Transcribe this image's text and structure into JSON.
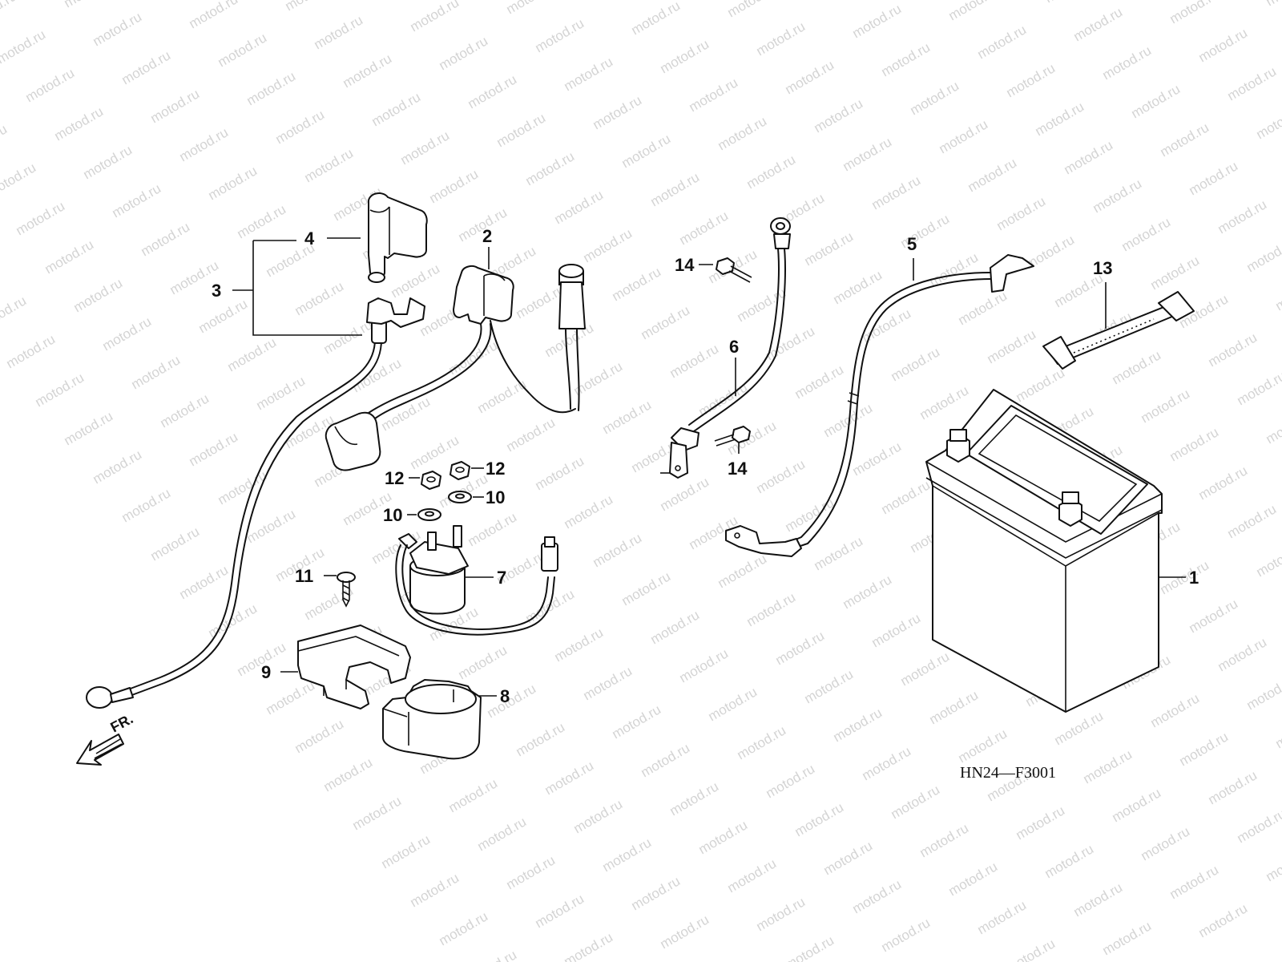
{
  "diagram": {
    "code": "HN24—F3001",
    "front_label": "FR.",
    "watermark_text": "motod.ru",
    "callouts": [
      "1",
      "2",
      "3",
      "4",
      "5",
      "6",
      "7",
      "8",
      "9",
      "10",
      "10",
      "11",
      "12",
      "12",
      "13",
      "14",
      "14"
    ]
  },
  "colors": {
    "ink": "#111111",
    "watermark": "#d4d4d4",
    "background": "#ffffff"
  }
}
